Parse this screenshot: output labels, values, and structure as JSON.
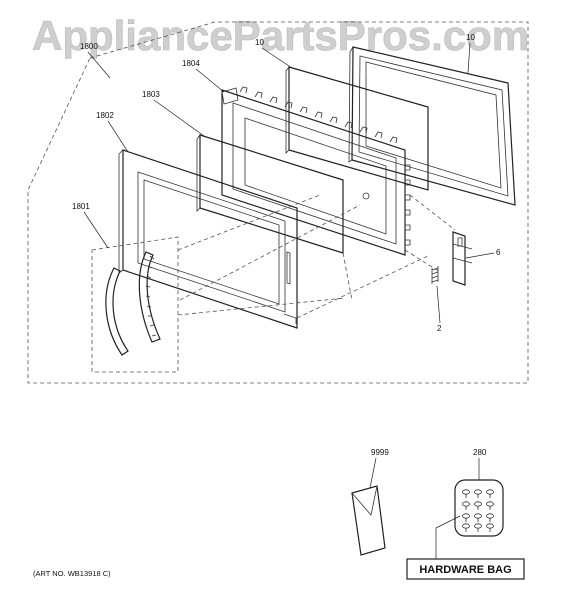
{
  "watermark": "AppliancePartsPros.com",
  "callouts": {
    "door_assembly": "1800",
    "choke_cover": "1801",
    "door_frame": "1802",
    "door_glass": "1803",
    "door_inner_panel": "1804",
    "panel_10": "10",
    "seal_10": "10",
    "latch": "6",
    "spring": "2",
    "envelope": "9999",
    "hardware": "280"
  },
  "hardware_bag_label": "HARDWARE BAG",
  "art_number": "(ART NO. WB13918 C)"
}
